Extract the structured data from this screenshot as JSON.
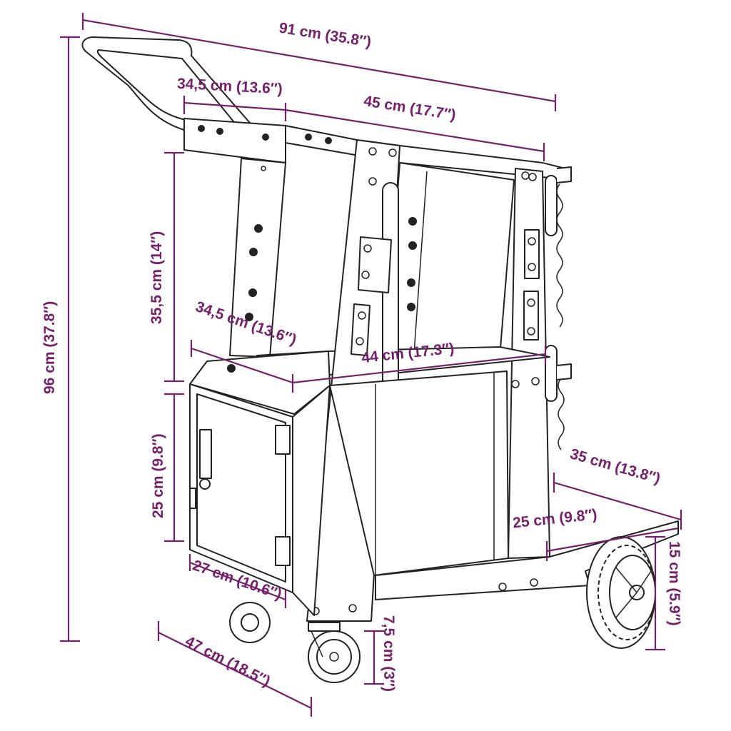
{
  "accent_color": "#74206b",
  "dimensions": {
    "overall_length": "91 cm (35.8″)",
    "handle_depth": "34,5 cm (13.6″)",
    "top_shelf_length": "45 cm (17.7″)",
    "upper_height": "35,5 cm (14″)",
    "middle_shelf_depth": "34,5 cm (13.6″)",
    "middle_shelf_length": "44 cm (17.3″)",
    "total_height": "96 cm (37.8″)",
    "cabinet_height": "25 cm (9.8″)",
    "bottom_shelf_width": "35 cm (13.8″)",
    "bottom_shelf_depth": "25 cm (9.8″)",
    "wheel_diameter": "15 cm (5.9″)",
    "cabinet_depth": "27 cm (10.6″)",
    "caster_height": "7,5 cm (3″)",
    "overall_width": "47 cm (18.5″)"
  },
  "icons": {
    "cart": "welding-cart-drawing",
    "wheel": "rear-wheel-icon",
    "caster": "front-caster-icon",
    "chain": "chain-icon"
  }
}
